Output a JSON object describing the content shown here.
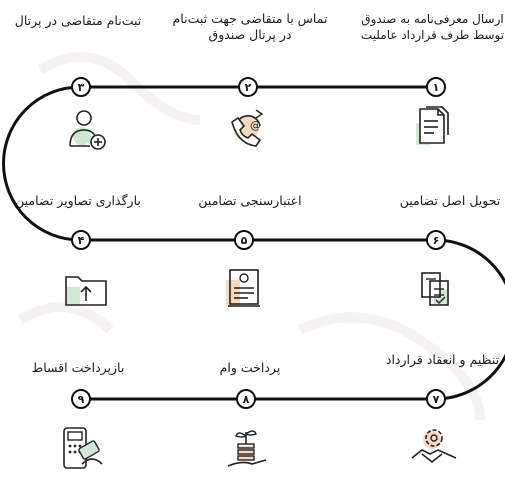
{
  "steps": [
    {
      "num": "۱",
      "label": "ارسال معرفی‌نامه به صندوق توسط طرف قرارداد عاملیت",
      "icon": "documents-icon"
    },
    {
      "num": "۲",
      "label": "تماس با متقاضی جهت ثبت‌نام در پرتال صندوق",
      "icon": "phone-support-icon"
    },
    {
      "num": "۳",
      "label": "ثبت‌نام متقاضی در پرتال",
      "icon": "add-user-icon"
    },
    {
      "num": "۴",
      "label": "بارگذاری تصاویر تضامین",
      "icon": "upload-folder-icon"
    },
    {
      "num": "۵",
      "label": "اعتبارسنجی تضامین",
      "icon": "verification-screen-icon"
    },
    {
      "num": "۶",
      "label": "تحویل اصل تضامین",
      "icon": "forms-icon"
    },
    {
      "num": "۷",
      "label": "تنظیم و انعقاد قرارداد",
      "icon": "handshake-gear-icon"
    },
    {
      "num": "۸",
      "label": "پرداخت وام",
      "icon": "money-plant-icon"
    },
    {
      "num": "۹",
      "label": "بازپرداخت اقساط",
      "icon": "card-payment-icon"
    }
  ],
  "colors": {
    "line": "#111111",
    "accent_green": "#cfe8d4",
    "accent_orange": "#f7d9bf",
    "watermark": "#f3eaea"
  }
}
